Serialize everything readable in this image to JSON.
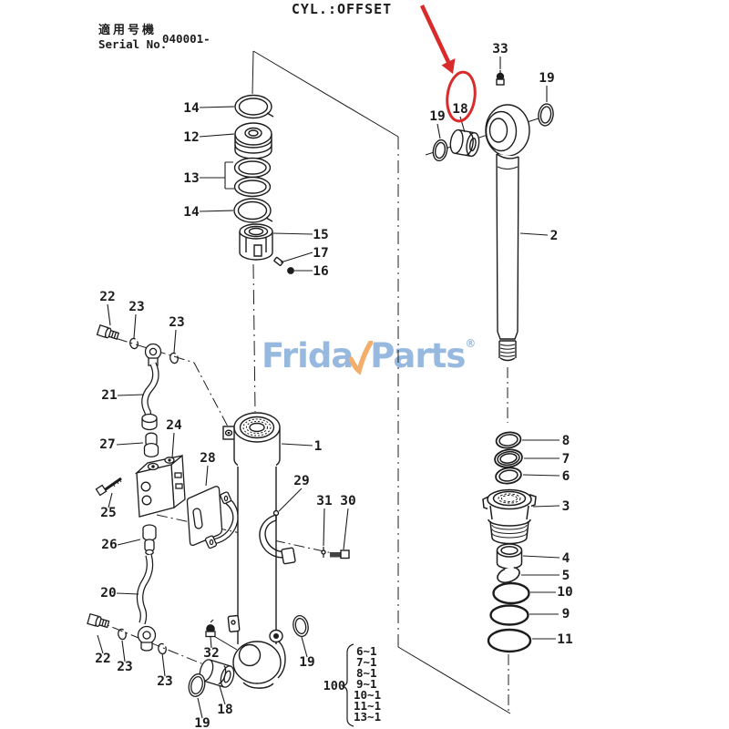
{
  "title": "CYL.:OFFSET",
  "serial": {
    "jp": "適用号機",
    "en": "Serial No.",
    "value": "040001-"
  },
  "watermark": {
    "part1": "Frida",
    "part2": "Parts",
    "registered": "®",
    "blue": "#8fb4de",
    "orange": "#f0a95f"
  },
  "highlight": {
    "part": "18",
    "color": "#d92b2b",
    "shape": "ellipse-and-arrow"
  },
  "ink_color": "#1c1c1c",
  "labels": [
    "14",
    "12",
    "13",
    "14",
    "15",
    "17",
    "16",
    "22",
    "23",
    "23",
    "21",
    "27",
    "24",
    "25",
    "28",
    "26",
    "20",
    "22",
    "23",
    "23",
    "32",
    "18",
    "19",
    "19",
    "1",
    "29",
    "31",
    "30",
    "33",
    "19",
    "18",
    "19",
    "2",
    "8",
    "7",
    "6",
    "3",
    "4",
    "5",
    "10",
    "9",
    "11"
  ],
  "ref_group": {
    "value": "100",
    "items": [
      "6~1",
      "7~1",
      "8~1",
      "9~1",
      "10~1",
      "11~1",
      "13~1"
    ]
  }
}
